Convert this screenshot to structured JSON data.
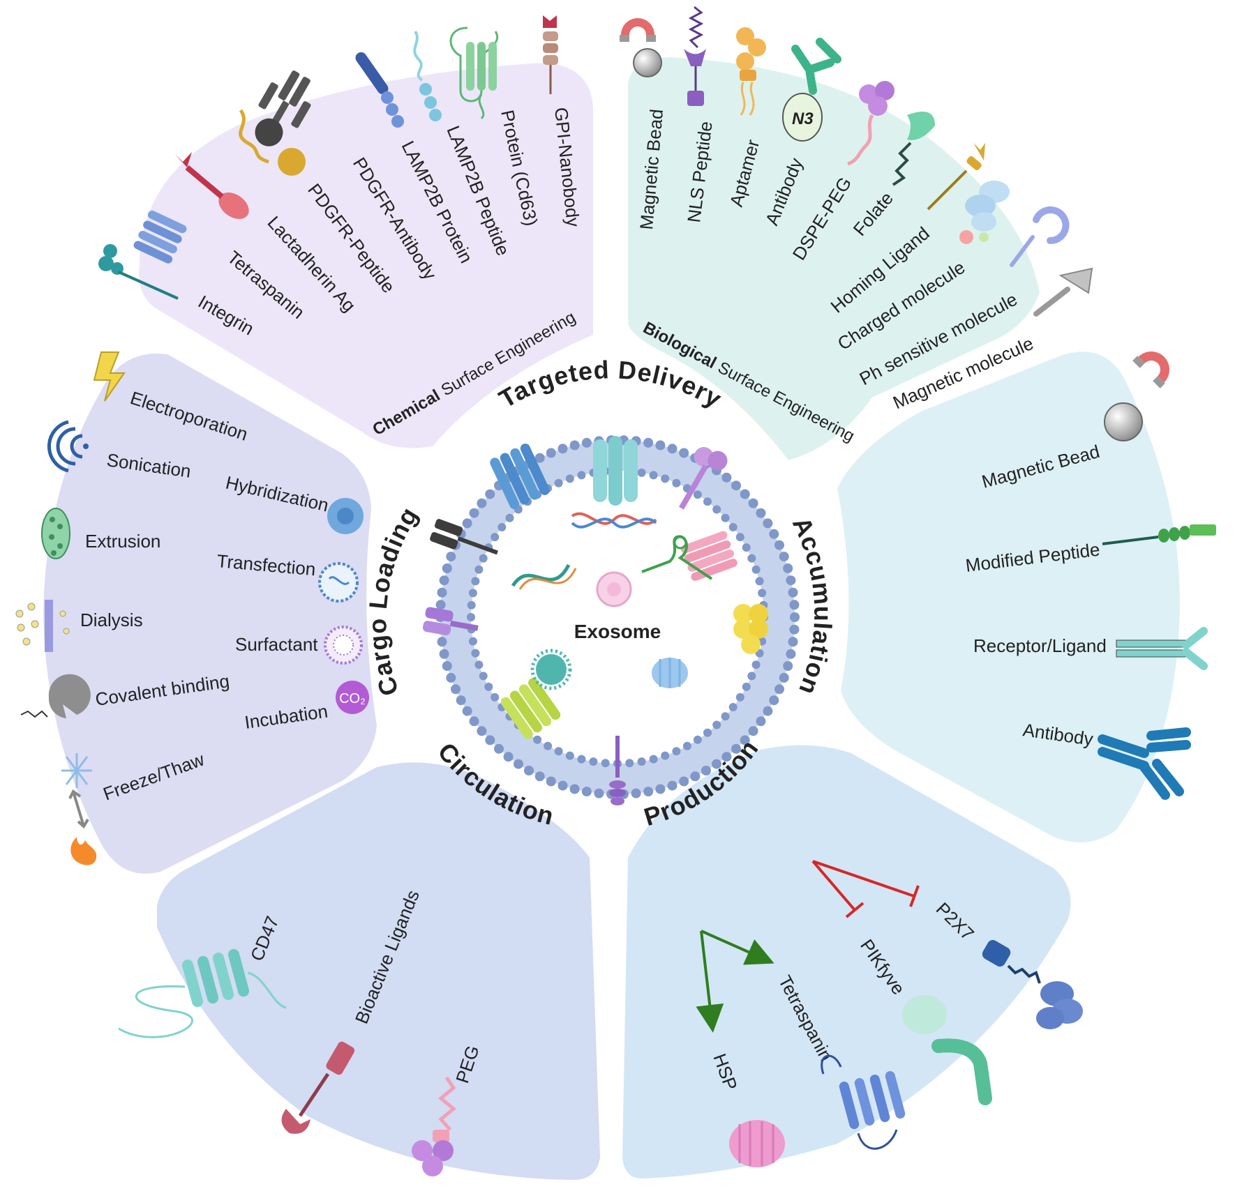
{
  "center": {
    "label": "Exosome"
  },
  "ring_labels": {
    "targeted": "Targeted Delivery",
    "accumulation": "Accumulation",
    "production": "Production",
    "circulation": "Circulation",
    "cargo": "Cargo Loading"
  },
  "chemical_panel": {
    "title_bold": "Chemical",
    "title_rest": " Surface Engineering",
    "items": [
      "Integrin",
      "Tetraspanin",
      "Lactadherin Ag",
      "PDGFR-Peptide",
      "PDGFR-Antibody",
      "LAMP2B Protein",
      "LAMP2B Peptide",
      "Protein (Cd63)",
      "GPI-Nanobody"
    ]
  },
  "biological_panel": {
    "title_bold": "Biological",
    "title_rest": " Surface Engineering",
    "items": [
      "Magnetic Bead",
      "NLS Peptide",
      "Aptamer",
      "Antibody",
      "DSPE-PEG",
      "Folate",
      "Homing Ligand",
      "Charged molecule",
      "Ph sensitive molecule",
      "Magnetic molecule"
    ],
    "n3_label": "N3"
  },
  "accumulation_panel": {
    "items": [
      "Magnetic Bead",
      "Modified Peptide",
      "Receptor/Ligand",
      "Antibody"
    ]
  },
  "production_panel": {
    "items": [
      "P2X7",
      "PIKfyve",
      "Tetraspanin",
      "HSP"
    ]
  },
  "circulation_panel": {
    "items": [
      "CD47",
      "Bioactive Ligands",
      "PEG"
    ]
  },
  "cargo_panel": {
    "left_items": [
      "Electroporation",
      "Sonication",
      "Extrusion",
      "Dialysis",
      "Covalent binding",
      "Freeze/Thaw"
    ],
    "right_items": [
      "Hybridization",
      "Transfection",
      "Surfactant",
      "Incubation"
    ],
    "co2_label": "CO₂"
  },
  "colors": {
    "chemical": "#ECE6F8",
    "biological": "#DDF2EE",
    "accumulation": "#DDF0F6",
    "production": "#D3E6F5",
    "circulation": "#D2DCF3",
    "cargo": "#DCDCF3",
    "membrane": "#7F97C9",
    "activate_arrow": "#2F7D1F",
    "inhibit_arrow": "#D62728"
  }
}
